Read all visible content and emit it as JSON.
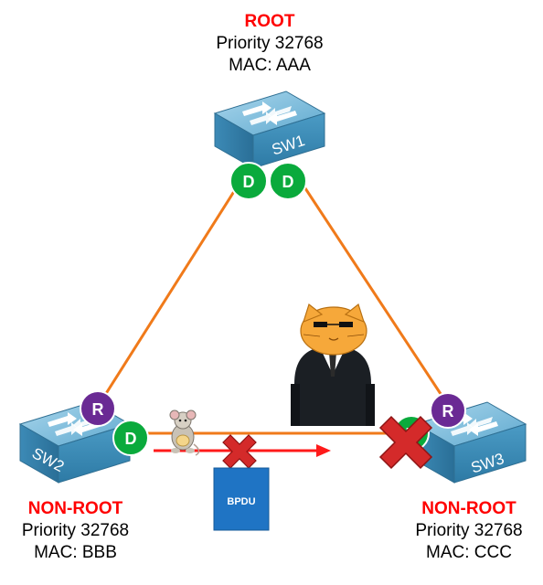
{
  "switches": {
    "sw1": {
      "name": "SW1",
      "role": "ROOT",
      "priority": "Priority 32768",
      "mac": "MAC: AAA"
    },
    "sw2": {
      "name": "SW2",
      "role": "NON-ROOT",
      "priority": "Priority 32768",
      "mac": "MAC: BBB"
    },
    "sw3": {
      "name": "SW3",
      "role": "NON-ROOT",
      "priority": "Priority 32768",
      "mac": "MAC: CCC"
    }
  },
  "ports": {
    "sw1_left": "D",
    "sw1_right": "D",
    "sw2_root": "R",
    "sw2_designated": "D",
    "sw3_root": "R",
    "sw3_designated": "D"
  },
  "bpdu": {
    "label": "BPDU"
  },
  "colors": {
    "link": "#f07a1a",
    "designated": "#0aaa3c",
    "root_port": "#6a2a94",
    "blocked_x": "#d42a2a",
    "bpdu_box": "#1f74c4",
    "title": "#ff0000"
  }
}
